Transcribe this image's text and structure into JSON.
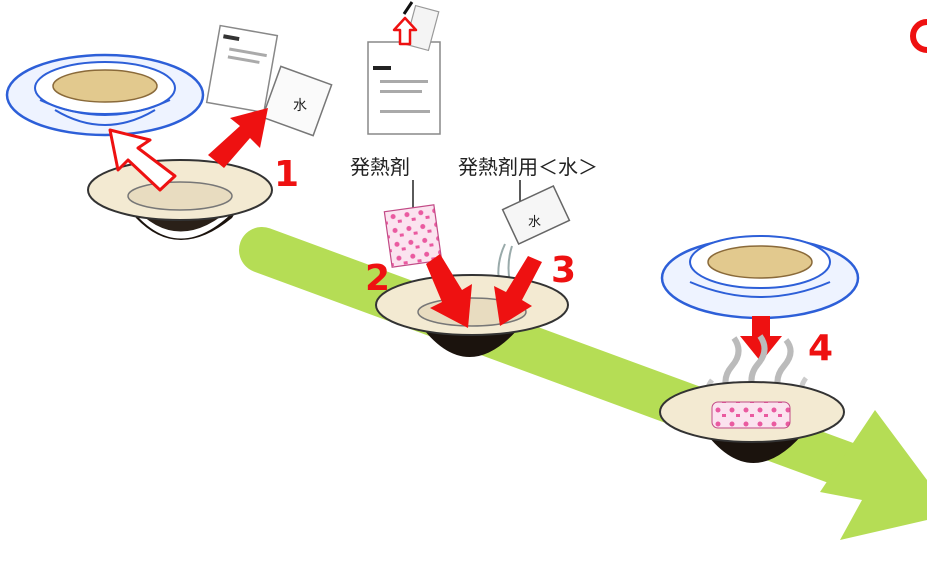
{
  "labels": {
    "heater": "発熱剤",
    "heater_water": "発熱剤用＜水＞"
  },
  "steps": [
    "1",
    "2",
    "3",
    "4"
  ],
  "packet_water_char": "水",
  "colors": {
    "arrow_red": "#ee1111",
    "path_green": "#b5dd55",
    "bowl_rim": "#f3ead2",
    "bowl_dark": "#2a2018",
    "lid_blue": "#2d5fd8",
    "packet_pink": "#ea5aa0"
  }
}
